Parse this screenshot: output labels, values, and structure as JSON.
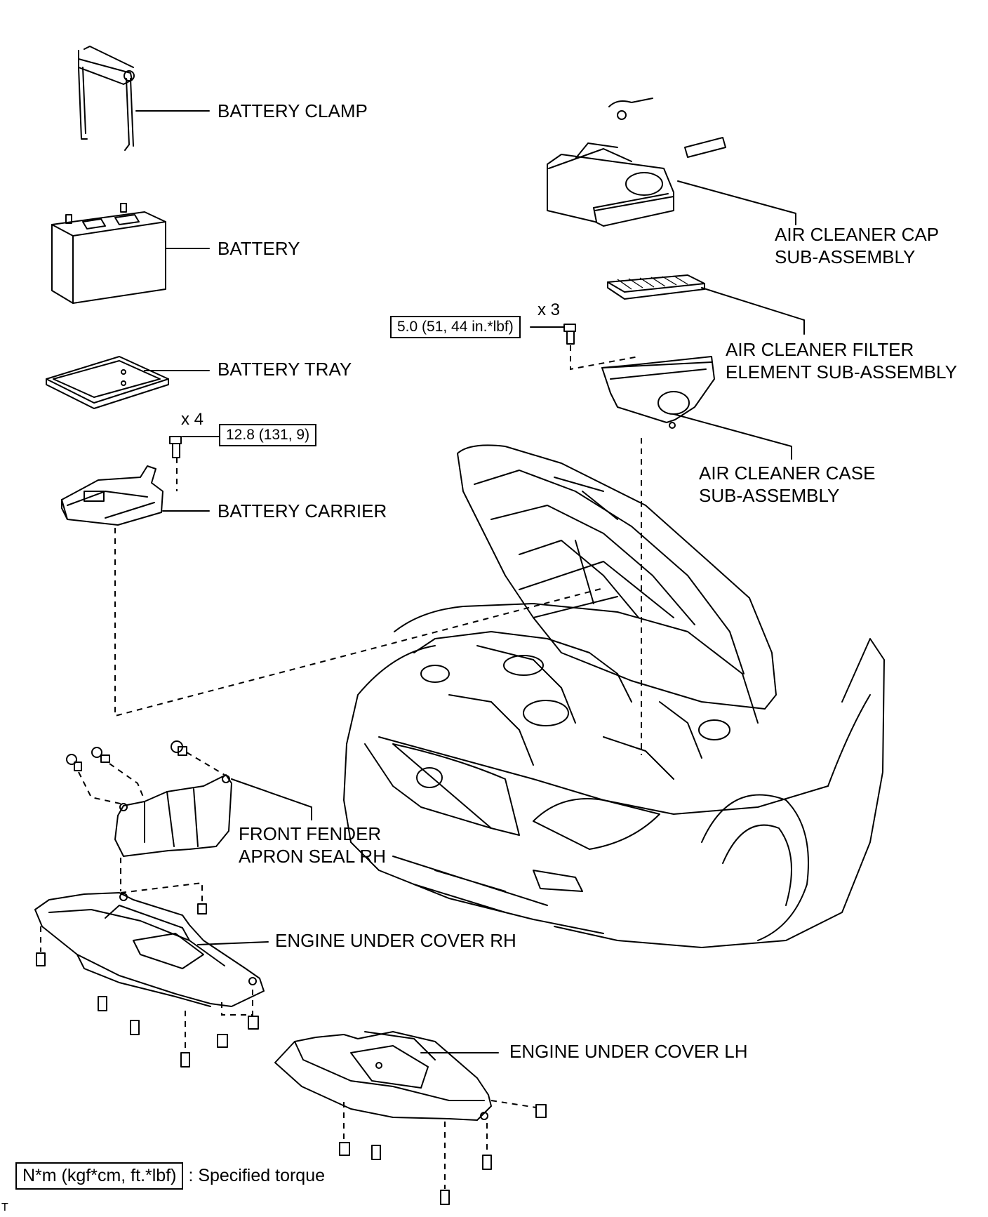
{
  "labels": {
    "battery_clamp": "BATTERY CLAMP",
    "battery": "BATTERY",
    "battery_tray": "BATTERY TRAY",
    "battery_carrier": "BATTERY CARRIER",
    "air_cleaner_cap": [
      "AIR CLEANER CAP",
      "SUB-ASSEMBLY"
    ],
    "air_cleaner_filter": [
      "AIR CLEANER FILTER",
      "ELEMENT SUB-ASSEMBLY"
    ],
    "air_cleaner_case": [
      "AIR CLEANER CASE",
      "SUB-ASSEMBLY"
    ],
    "front_fender_apron_seal": [
      "FRONT FENDER",
      "APRON SEAL RH"
    ],
    "engine_under_cover_rh": "ENGINE UNDER COVER RH",
    "engine_under_cover_lh": "ENGINE UNDER COVER LH"
  },
  "torques": {
    "battery_carrier_bolt": "12.8 (131, 9)",
    "air_cleaner_case_bolt": "5.0 (51, 44 in.*lbf)"
  },
  "quantities": {
    "battery_carrier_bolt": "x 4",
    "air_cleaner_case_bolt": "x 3"
  },
  "legend": {
    "unit_box": "N*m (kgf*cm, ft.*lbf)",
    "description": ": Specified torque"
  },
  "corner_mark": "T"
}
